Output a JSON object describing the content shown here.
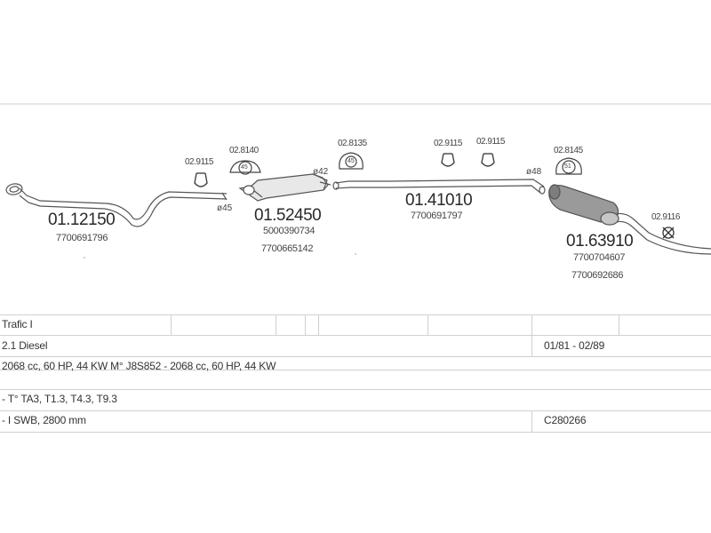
{
  "parts": {
    "front_pipe": {
      "number": "01.12150",
      "refs": [
        "7700691796"
      ]
    },
    "front_silencer": {
      "number": "01.52450",
      "refs": [
        "5000390734",
        "7700665142"
      ]
    },
    "middle_pipe": {
      "number": "01.41010",
      "refs": [
        "7700691797"
      ]
    },
    "rear_silencer": {
      "number": "01.63910",
      "refs": [
        "7700704607",
        "7700692686"
      ]
    }
  },
  "fittings": {
    "clamp_1": "02.9115",
    "gasket_1": "02.8140",
    "gasket_2": "02.8135",
    "clamp_2": "02.9115",
    "clamp_3": "02.9115",
    "gasket_3": "02.8145",
    "clamp_4": "02.9116",
    "gasket_1_mark": "45",
    "gasket_2_mark": "45",
    "gasket_3_mark": "51"
  },
  "diameters": {
    "d45": "ø45",
    "d42": "ø42",
    "d48": "ø48"
  },
  "vehicle": {
    "model": "Trafic I",
    "engine": "2.1 Diesel",
    "years": "01/81 - 02/89",
    "specs": "2068 cc, 60 HP, 44 KW M° J8S852 - 2068 cc, 60 HP, 44 KW",
    "types": "- T° TA3, T1.3, T4.3, T9.3",
    "wheelbase": "- I SWB, 2800 mm",
    "catalog": "C280266"
  }
}
